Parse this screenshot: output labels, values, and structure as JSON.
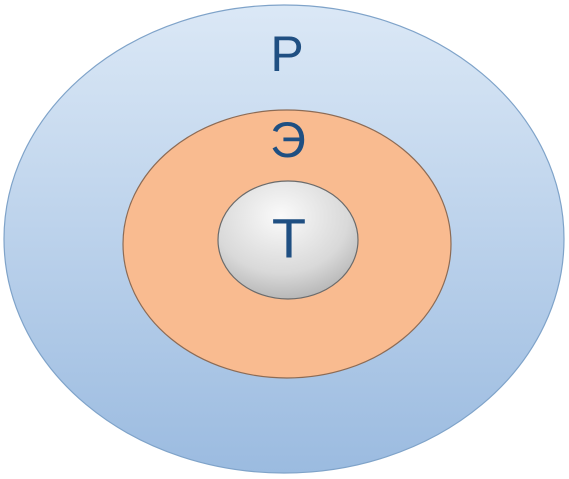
{
  "diagram": {
    "rings": [
      {
        "label": "Р",
        "fill": "#b9d1ec",
        "stroke": "#7fa3c9"
      },
      {
        "label": "Э",
        "fill": "#f9bb90",
        "stroke": "#8c6b55"
      },
      {
        "label": "Т",
        "fill": "#d6d6d6",
        "stroke": "#6b6b6b"
      }
    ],
    "label_color": "#1f4f82"
  }
}
